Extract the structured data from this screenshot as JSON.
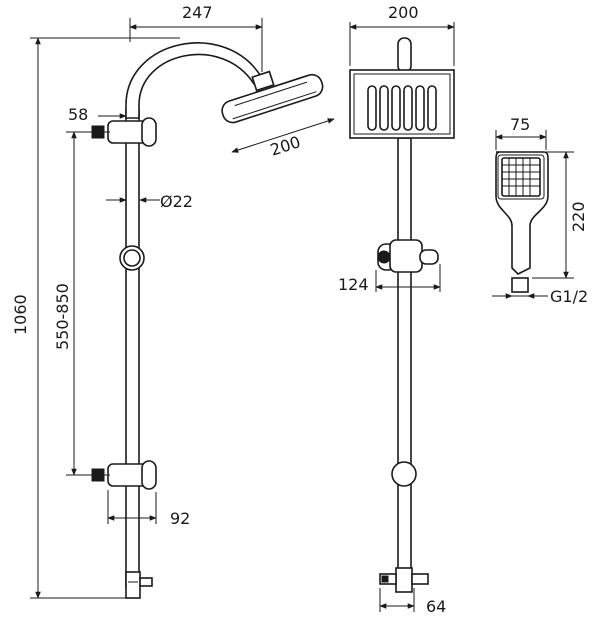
{
  "drawing": {
    "views": [
      "side-view",
      "front-view",
      "hand-shower-view"
    ],
    "dimensions": {
      "arm_reach": "247",
      "head_width_front": "200",
      "head_diameter_side": "200",
      "handshower_width": "75",
      "wall_offset": "58",
      "pipe_diameter": "Ø22",
      "total_height": "1060",
      "height_adjust": "550-850",
      "handshower_length": "220",
      "slider_width": "124",
      "thread": "G1/2",
      "bracket_depth": "92",
      "diverter_width": "64"
    }
  }
}
